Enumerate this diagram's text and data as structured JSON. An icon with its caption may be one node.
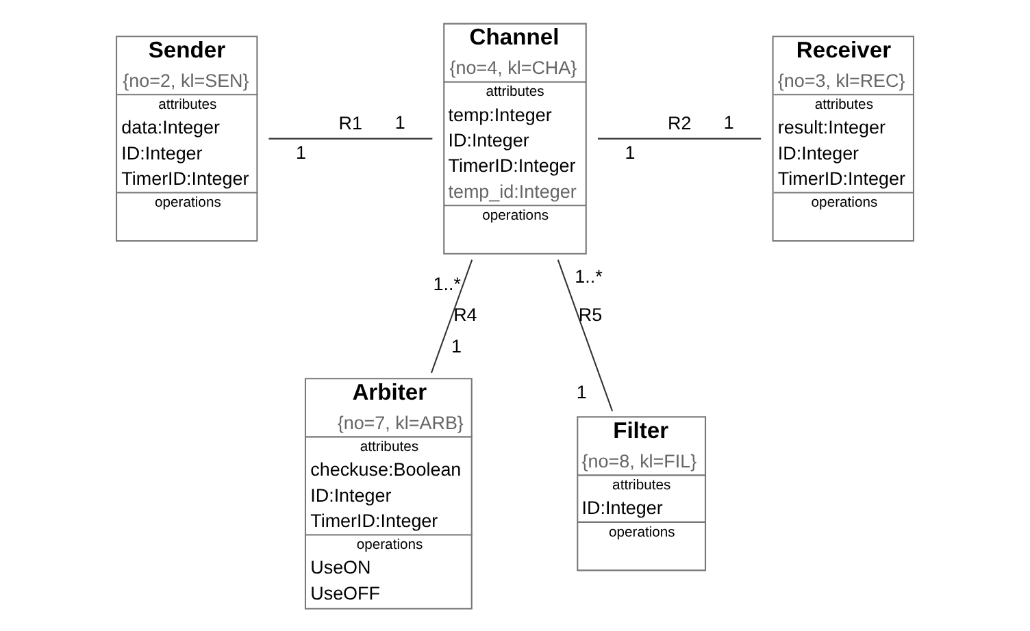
{
  "diagram": {
    "nodes": [
      {
        "text": [
          "Sender",
          "{no=2, kl=SEN}",
          "attributes",
          "data:Integer",
          "ID:Integer",
          "TimerID:Integer",
          "operations"
        ]
      },
      {
        "text": [
          "Channel",
          "{no=4, kl=CHA}",
          "attributes",
          "temp:Integer",
          "ID:Integer",
          "TimerID:Integer",
          "temp_id:Integer",
          "operations"
        ]
      },
      {
        "text": [
          "Receiver",
          "{no=3, kl=REC}",
          "attributes",
          "result:Integer",
          "ID:Integer",
          "TimerID:Integer",
          "operations"
        ]
      },
      {
        "text": [
          "Arbiter",
          "{no=7, kl=ARB}",
          "attributes",
          "checkuse:Boolean",
          "ID:Integer",
          "TimerID:Integer",
          "operations",
          "UseON",
          "UseOFF"
        ]
      },
      {
        "text": [
          "Filter",
          "{no=8, kl=FIL}",
          "attributes",
          "ID:Integer",
          "operations"
        ]
      }
    ],
    "edges": [
      {
        "from": 0,
        "to": 1,
        "arrow": "none",
        "label": "R1"
      },
      {
        "from": 1,
        "to": 2,
        "arrow": "none",
        "label": "R2"
      },
      {
        "from": 1,
        "to": 3,
        "arrow": "none",
        "label": "R4"
      },
      {
        "from": 1,
        "to": 4,
        "arrow": "none",
        "label": "R5"
      }
    ],
    "labels": [
      "1",
      "1",
      "1",
      "1",
      "1..*",
      "1..*",
      "1",
      "1"
    ]
  }
}
